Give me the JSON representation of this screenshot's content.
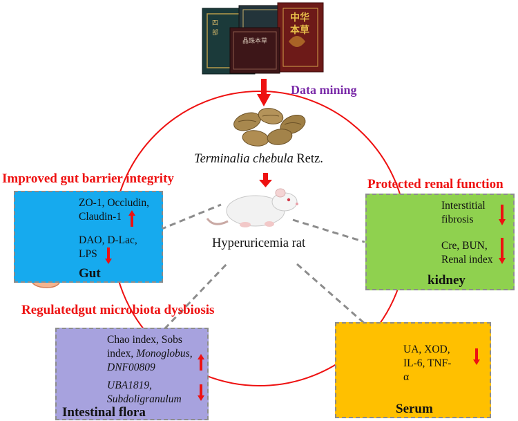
{
  "header": {
    "data_mining": "Data mining"
  },
  "herb": {
    "name_italic": "Terminalia chebula",
    "name_suffix": " Retz."
  },
  "center": {
    "label": "Hyperuricemia rat"
  },
  "gut": {
    "title": "Improved gut barrier integrity",
    "line1": "ZO-1, Occludin,",
    "line2": "Claudin-1",
    "line3": "DAO, D-Lac,",
    "line4": "LPS",
    "label": "Gut",
    "arrows": [
      "up",
      "down"
    ]
  },
  "kidney": {
    "title": "Protected renal function",
    "line1": "Interstitial",
    "line2": "fibrosis",
    "line3": "Cre, BUN,",
    "line4": "Renal index",
    "label": "kidney",
    "arrows": [
      "down",
      "down"
    ]
  },
  "flora": {
    "title": "Regulatedgut microbiota dysbiosis",
    "line1": "Chao index, Sobs",
    "line2": "index,",
    "line2_italic": "Monoglobus,",
    "line3_italic": "DNF00809",
    "line4_italic": "UBA1819,",
    "line5_italic": "Subdoligranulum",
    "label": "Intestinal flora",
    "arrows": [
      "up",
      "down"
    ]
  },
  "serum": {
    "line1": "UA, XOD,",
    "line2": "IL-6, TNF-",
    "line3": "α",
    "label": "Serum",
    "arrows": [
      "down"
    ]
  },
  "colors": {
    "accent_red": "#ee1111",
    "title_purple": "#7a2aa8",
    "gut_panel": "#16aaee",
    "kidney_panel": "#8fd14f",
    "flora_panel": "#a7a2de",
    "serum_panel": "#ffc000"
  }
}
